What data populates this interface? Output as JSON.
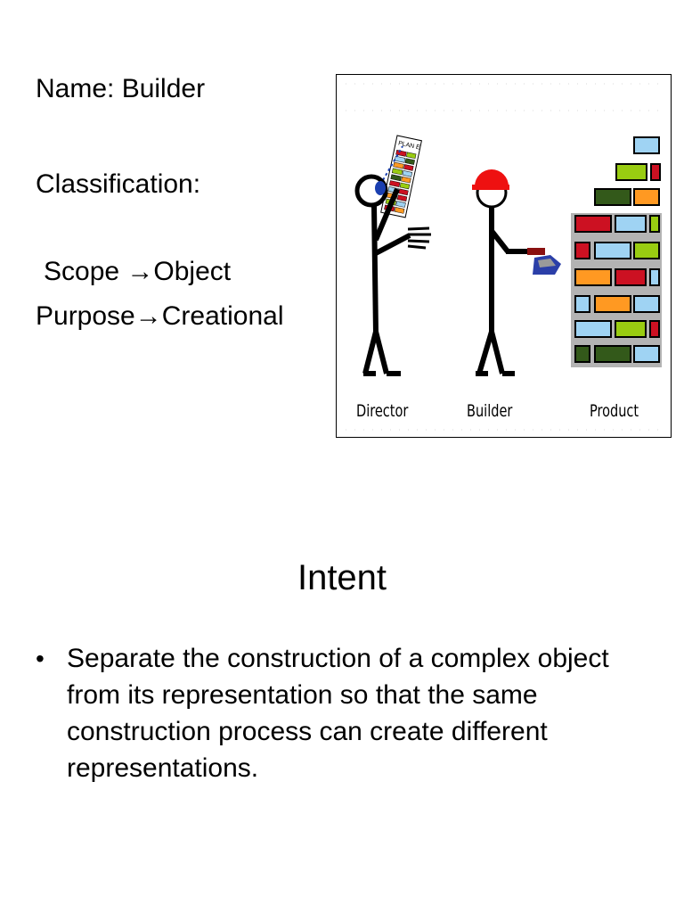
{
  "header": {
    "name_line": "Name: Builder",
    "classification_line": "Classification:",
    "scope_line": "Scope →Object",
    "purpose_line": "Purpose→Creational"
  },
  "figure": {
    "director_label": "Director",
    "builder_label": "Builder",
    "product_label": "Product",
    "plan_text": "PLAN E",
    "colors": {
      "red": "#cc1122",
      "blue": "#9fd3f3",
      "green": "#99cc11",
      "darkgreen": "#33591a",
      "orange": "#ff9922",
      "wall": "#b3b3b3",
      "hat": "#ee1111",
      "director_eye": "#1a3fb0"
    }
  },
  "intent": {
    "heading": "Intent",
    "bullet_symbol": "•",
    "bullet": "Separate the construction of a complex object from its representation so that the same construction process can create different representations."
  }
}
